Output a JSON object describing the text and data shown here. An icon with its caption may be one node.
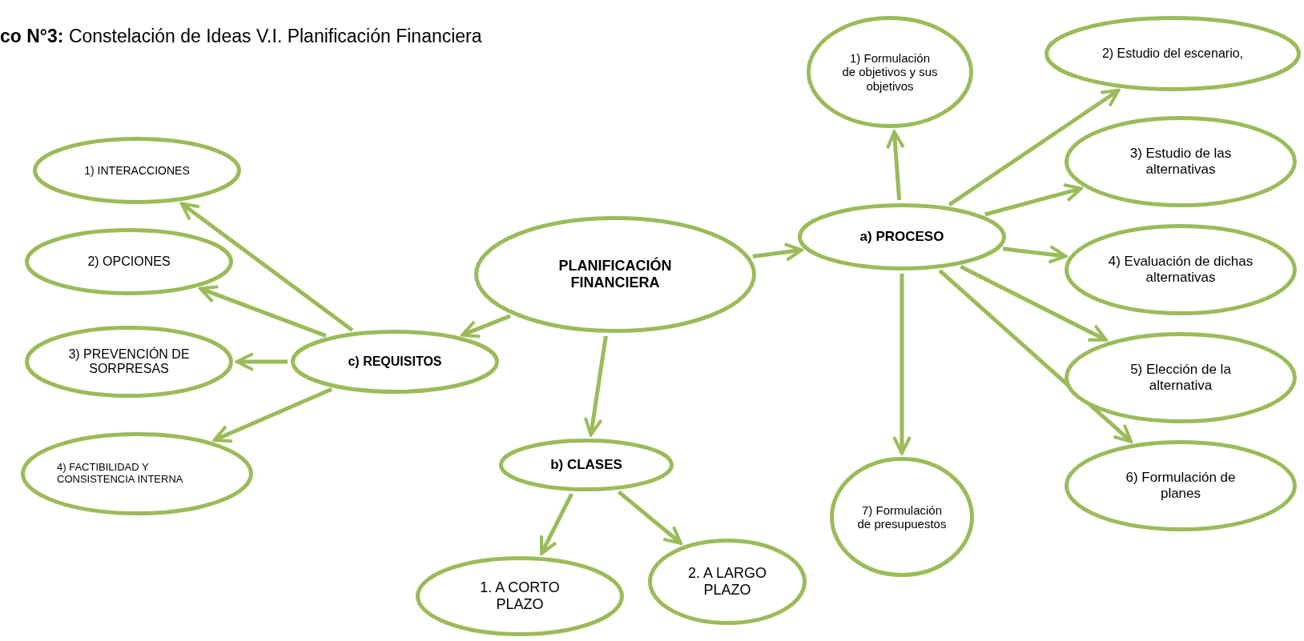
{
  "diagram": {
    "title": "**co N°3:** Constelación de Ideas V.I. Planificación Financiera",
    "nodes": [
      {
        "text": [
          "PLANIFICACIÓN FINANCIERA"
        ]
      },
      {
        "text": [
          "a) PROCESO"
        ]
      },
      {
        "text": [
          "1) Formulación de objetivos y sus objetivos"
        ]
      },
      {
        "text": [
          "2) Estudio del escenario,"
        ]
      },
      {
        "text": [
          "3) Estudio de las alternativas"
        ]
      },
      {
        "text": [
          "4) Evaluación de dichas alternativas"
        ]
      },
      {
        "text": [
          "5) Elección de la alternativa"
        ]
      },
      {
        "text": [
          "6) Formulación de planes"
        ]
      },
      {
        "text": [
          "7) Formulación de presupuestos"
        ]
      },
      {
        "text": [
          "b) CLASES"
        ]
      },
      {
        "text": [
          "1. A CORTO PLAZO"
        ]
      },
      {
        "text": [
          "2. A LARGO PLAZO"
        ]
      },
      {
        "text": [
          "c) REQUISITOS"
        ]
      },
      {
        "text": [
          "1) INTERACCIONES"
        ]
      },
      {
        "text": [
          "2) OPCIONES"
        ]
      },
      {
        "text": [
          "3) PREVENCIÓN DE SORPRESAS"
        ]
      },
      {
        "text": [
          "4) FACTIBILIDAD Y CONSISTENCIA INTERNA"
        ]
      }
    ],
    "edges": [
      {
        "from": 0,
        "to": 1,
        "arrow": "to"
      },
      {
        "from": 1,
        "to": 2,
        "arrow": "to"
      },
      {
        "from": 1,
        "to": 3,
        "arrow": "to"
      },
      {
        "from": 1,
        "to": 4,
        "arrow": "to"
      },
      {
        "from": 1,
        "to": 5,
        "arrow": "to"
      },
      {
        "from": 1,
        "to": 6,
        "arrow": "to"
      },
      {
        "from": 1,
        "to": 7,
        "arrow": "to"
      },
      {
        "from": 1,
        "to": 8,
        "arrow": "to"
      },
      {
        "from": 0,
        "to": 9,
        "arrow": "to"
      },
      {
        "from": 9,
        "to": 10,
        "arrow": "to"
      },
      {
        "from": 9,
        "to": 11,
        "arrow": "to"
      },
      {
        "from": 0,
        "to": 12,
        "arrow": "to"
      },
      {
        "from": 12,
        "to": 13,
        "arrow": "to"
      },
      {
        "from": 12,
        "to": 14,
        "arrow": "to"
      },
      {
        "from": 12,
        "to": 15,
        "arrow": "to"
      },
      {
        "from": 12,
        "to": 16,
        "arrow": "to"
      }
    ]
  }
}
